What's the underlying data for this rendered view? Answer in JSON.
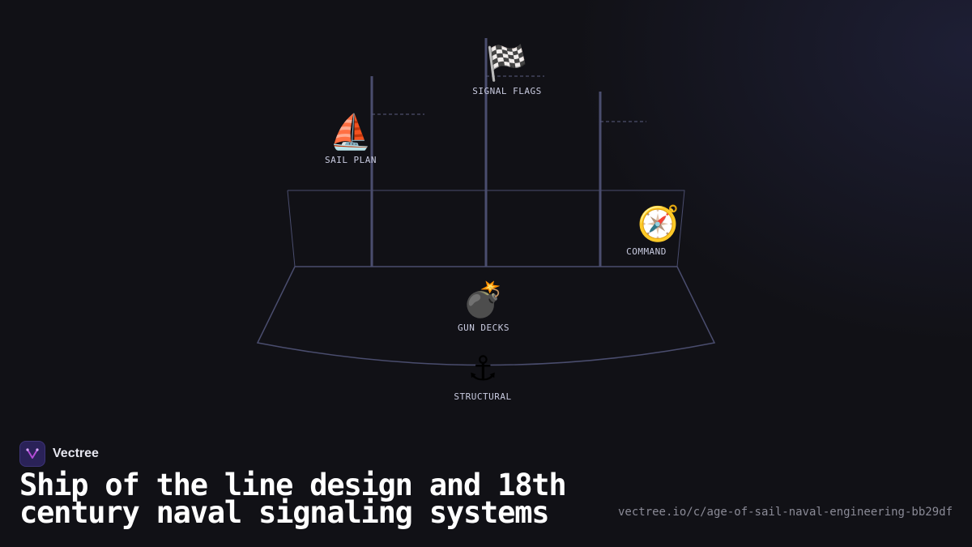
{
  "diagram": {
    "nodes": [
      {
        "id": "signal-flags",
        "label": "SIGNAL FLAGS",
        "icon": "checkered-flag-icon",
        "glyph": "🏁"
      },
      {
        "id": "sail-plan",
        "label": "SAIL PLAN",
        "icon": "sailboat-icon",
        "glyph": "⛵"
      },
      {
        "id": "command",
        "label": "COMMAND",
        "icon": "compass-icon",
        "glyph": "🧭"
      },
      {
        "id": "gun-decks",
        "label": "GUN DECKS",
        "icon": "bomb-icon",
        "glyph": "💣"
      },
      {
        "id": "structural",
        "label": "STRUCTURAL",
        "icon": "anchor-icon",
        "glyph": "⚓"
      }
    ],
    "line_color": "#4a4d6e",
    "label_color": "#c9cbe0"
  },
  "brand": {
    "name": "Vectree",
    "logo_icon": "vectree-logo-icon",
    "logo_bg": "#2a2258",
    "logo_accent": "#b24bd6"
  },
  "title": "Ship of the line design and 18th century naval signaling systems",
  "url": "vectree.io/c/age-of-sail-naval-engineering-bb29df",
  "background_color": "#111116"
}
